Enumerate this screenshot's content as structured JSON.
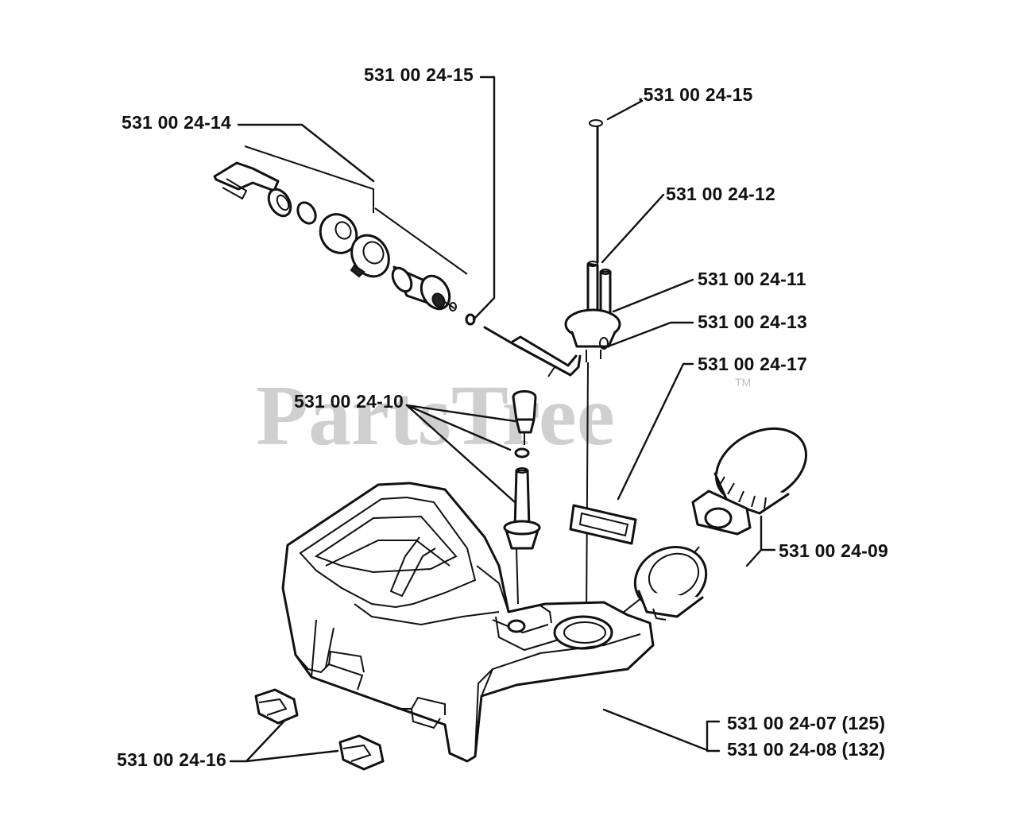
{
  "watermark": {
    "text": "PartsTree",
    "trademark": "TM"
  },
  "labels": {
    "p_24_15_top": "531 00 24-15",
    "p_24_15_right": ".531 00 24-15",
    "p_24_14": "531 00 24-14",
    "p_24_12": "531 00 24-12",
    "p_24_11": "531 00 24-11",
    "p_24_13": "531 00 24-13",
    "p_24_17": "531 00 24-17",
    "p_24_10": "531 00 24-10",
    "p_24_09": "531 00 24-09",
    "p_24_07": "531 00 24-07 (125)",
    "p_24_08": "531 00 24-08 (132)",
    "p_24_16": "531 00 24-16"
  }
}
